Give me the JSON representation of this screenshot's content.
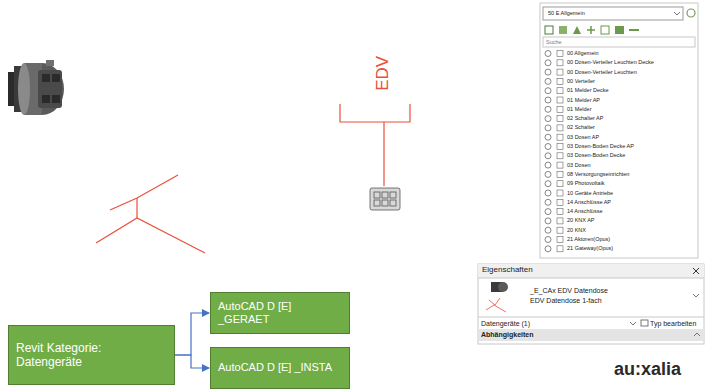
{
  "diagram": {
    "nodes": [
      {
        "text": [
          "Revit Kategorie: Datengeräte"
        ]
      },
      {
        "text": [
          "AutoCAD D [E] _GERAET"
        ]
      },
      {
        "text": [
          "AutoCAD D [E] _INSTA"
        ]
      }
    ],
    "edges": [
      {
        "from": 0,
        "to": 1,
        "arrow": "to"
      },
      {
        "from": 0,
        "to": 2,
        "arrow": "to"
      }
    ],
    "labels": [
      "EDV",
      "50 E Allgemein",
      "Suche",
      "00 Allgemein",
      "00 Dosen-Verteiler Leuchten Decke",
      "00 Dosen-Verteiler Leuchten",
      "00 Verteiler",
      "01 Melder Decke",
      "01 Melder AP",
      "01 Melder",
      "02 Schalter AP",
      "02 Schalter",
      "03 Dosen AP",
      "03 Dosen-Boden Decke AP",
      "03 Dosen-Boden Decke",
      "03 Dosen",
      "08 Versorgungseinrichten",
      "09 Photovoltaik",
      "10 Geräte Antriebe",
      "14 Anschlüsse AP",
      "14 Anschlüsse",
      "20 KNX AP",
      "20 KNX",
      "21 Aktoren(Opus)",
      "21 Gateway(Opus)",
      "Eigenschaften",
      "_E_CAx EDV Datendose",
      "EDV Datendose 1-fach",
      "Datengeräte (1)",
      "Typ bearbeiten",
      "Abhängigkeiten",
      "au:xalia"
    ]
  }
}
